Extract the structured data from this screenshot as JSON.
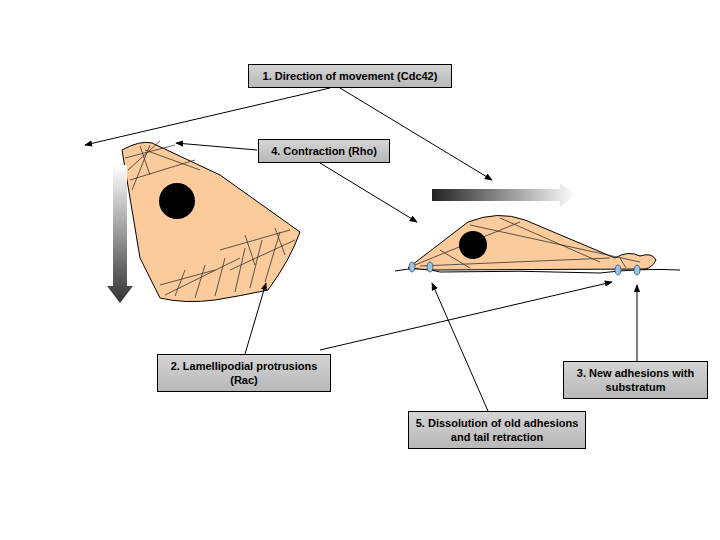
{
  "diagram": {
    "nodes": [
      {
        "text": [
          "1. Direction of movement (Cdc42)"
        ]
      },
      {
        "text": [
          "4. Contraction (Rho)"
        ]
      },
      {
        "text": [
          "2. Lamellipodial protrusions (Rac)"
        ]
      },
      {
        "text": [
          "3. New adhesions with substratum"
        ]
      },
      {
        "text": [
          "5. Dissolution of old adhesions and tail retraction"
        ]
      }
    ]
  }
}
